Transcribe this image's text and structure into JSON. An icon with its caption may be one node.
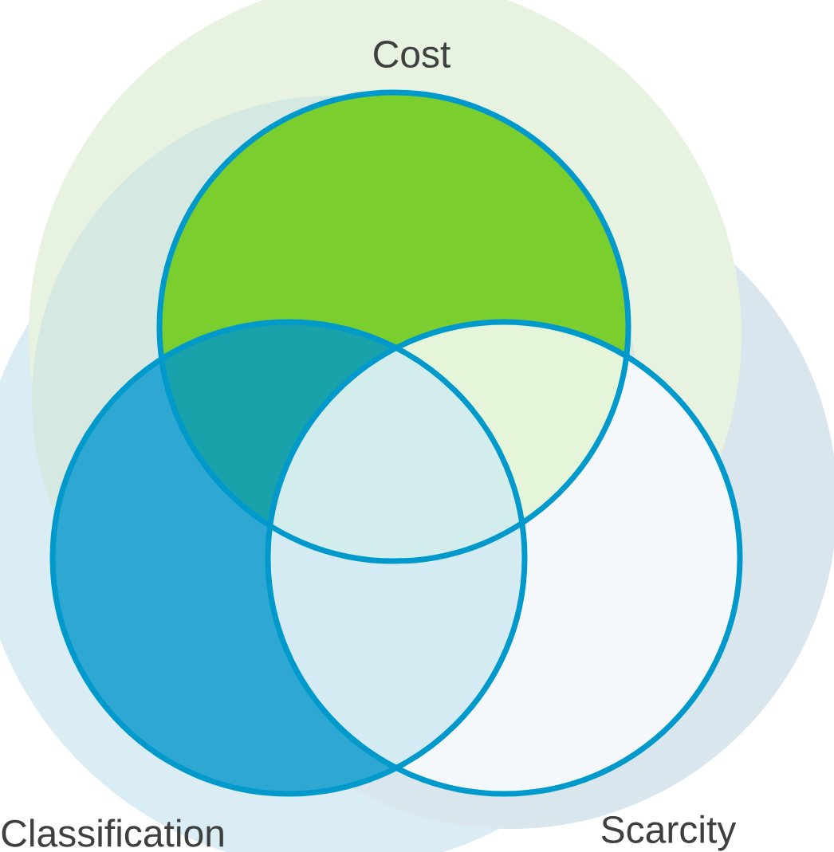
{
  "diagram": {
    "nodes": [
      {
        "text": [
          "Cost"
        ]
      },
      {
        "text": [
          "Classification"
        ]
      },
      {
        "text": [
          "Scarcity"
        ]
      }
    ]
  }
}
